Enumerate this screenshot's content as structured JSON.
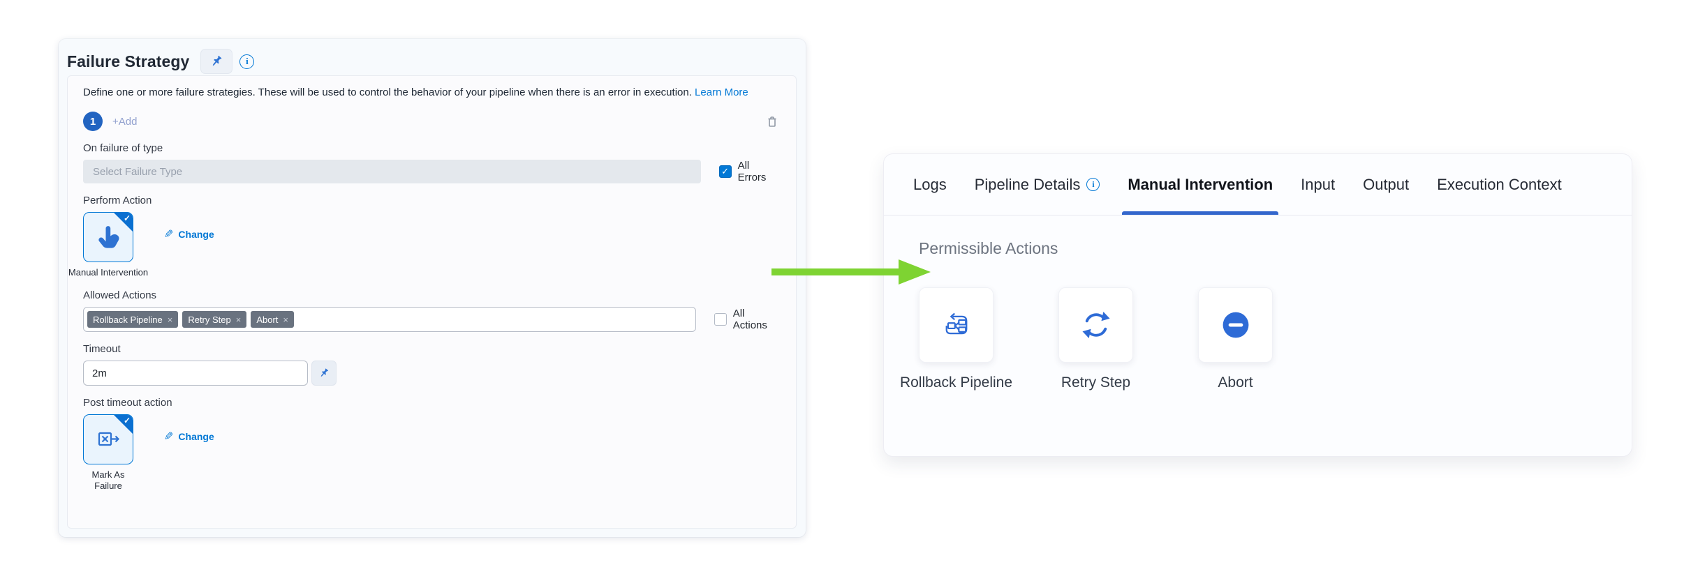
{
  "failure_strategy_panel": {
    "title": "Failure Strategy",
    "description": "Define one or more failure strategies. These will be used to control the behavior of your pipeline when there is an error in execution.",
    "learn_more_label": "Learn More",
    "strategy_index": "1",
    "add_label": "+Add",
    "on_failure_of_type": {
      "label": "On failure of type",
      "placeholder": "Select Failure Type",
      "all_errors_label": "All Errors",
      "all_errors_checked": true
    },
    "perform_action": {
      "label": "Perform Action",
      "selected_action": "Manual Intervention",
      "change_label": "Change"
    },
    "allowed_actions": {
      "label": "Allowed Actions",
      "tags": [
        "Rollback Pipeline",
        "Retry Step",
        "Abort"
      ],
      "all_actions_label": "All Actions",
      "all_actions_checked": false
    },
    "timeout": {
      "label": "Timeout",
      "value": "2m"
    },
    "post_timeout_action": {
      "label": "Post timeout action",
      "selected_action": "Mark As Failure",
      "change_label": "Change"
    }
  },
  "details_panel": {
    "tabs": [
      {
        "label": "Logs"
      },
      {
        "label": "Pipeline Details",
        "has_info_icon": true
      },
      {
        "label": "Manual Intervention",
        "active": true
      },
      {
        "label": "Input"
      },
      {
        "label": "Output"
      },
      {
        "label": "Execution Context"
      }
    ],
    "section_title": "Permissible Actions",
    "actions": [
      {
        "label": "Rollback Pipeline",
        "icon": "rollback-pipeline-icon"
      },
      {
        "label": "Retry Step",
        "icon": "retry-step-icon"
      },
      {
        "label": "Abort",
        "icon": "abort-icon"
      }
    ]
  },
  "colors": {
    "accent_blue": "#0278d5",
    "icon_blue": "#2e6bd6",
    "active_tab_underline": "#3366cc",
    "tag_background": "#69727f",
    "arrow_green": "#7ed332",
    "index_badge_blue": "#2264c1"
  }
}
